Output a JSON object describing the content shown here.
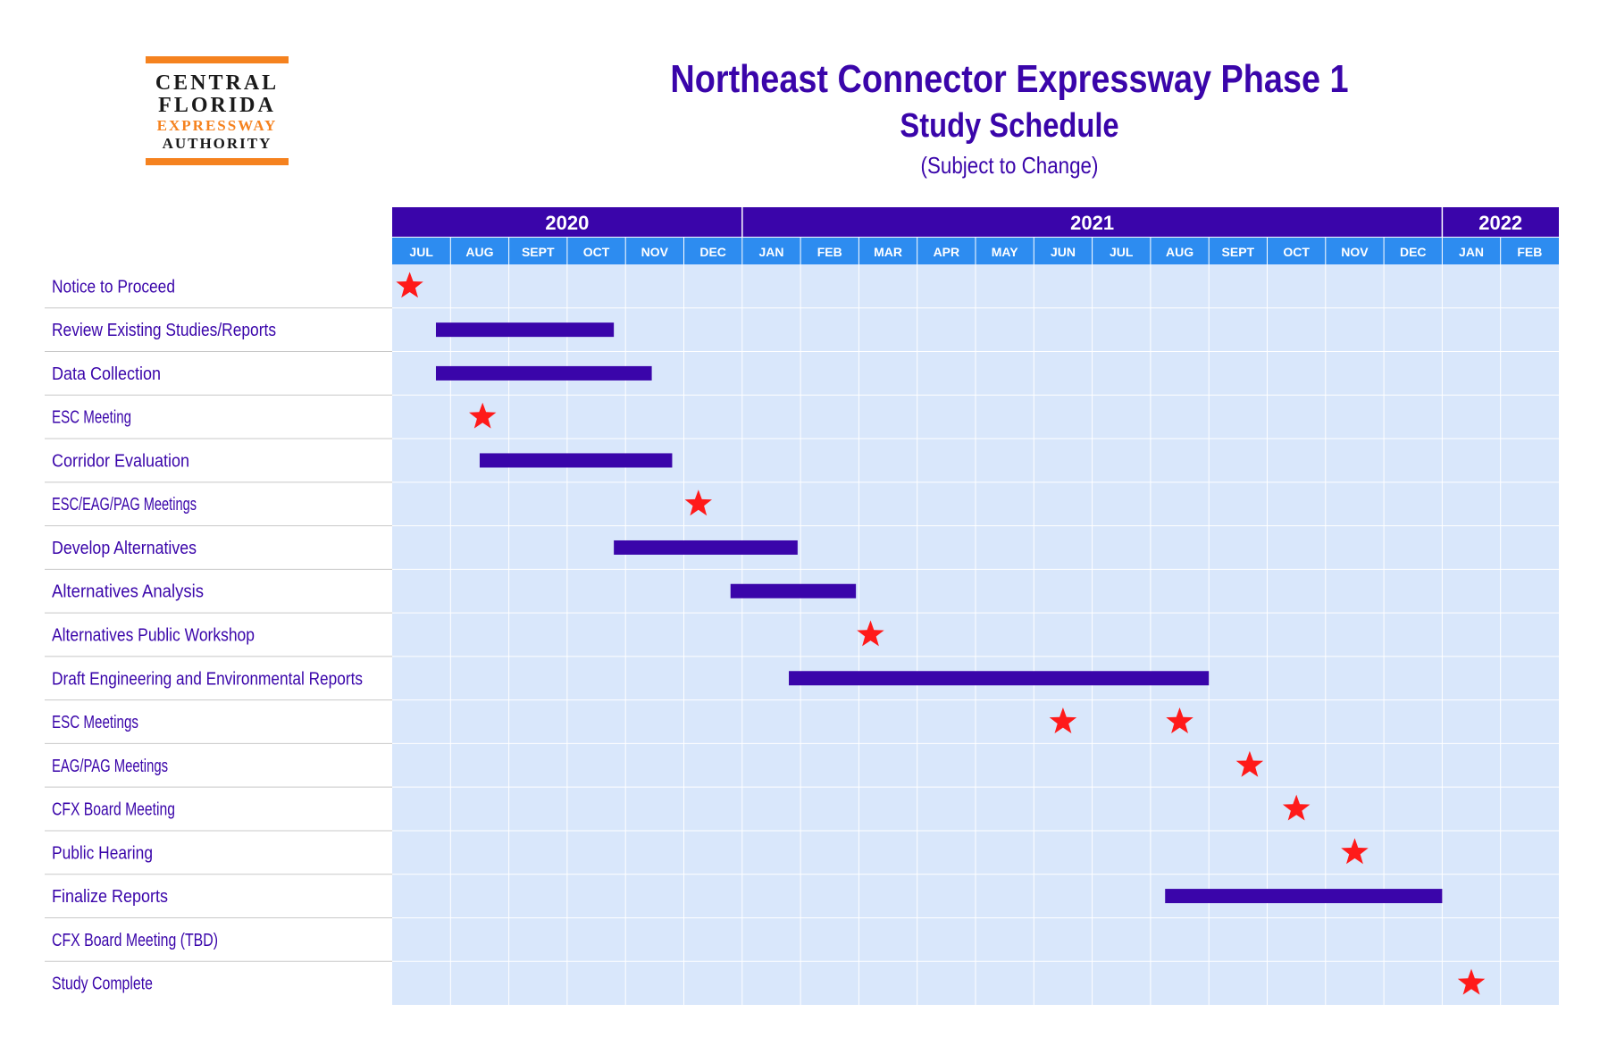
{
  "header": {
    "logo_lines": [
      "CENTRAL",
      "FLORIDA",
      "EXPRESSWAY",
      "AUTHORITY"
    ],
    "title": "Northeast Connector Expressway Phase 1",
    "subtitle": "Study Schedule",
    "note": "(Subject to Change)"
  },
  "colors": {
    "purple": "#3a05aa",
    "month_blue": "#2d8cf0",
    "grid_bg": "#d9e7fb",
    "star_red": "#ff1a1a",
    "logo_orange": "#f5821f"
  },
  "chart_data": {
    "type": "gantt",
    "years": [
      {
        "label": "2020",
        "start": 0,
        "months": 6
      },
      {
        "label": "2021",
        "start": 6,
        "months": 12
      },
      {
        "label": "2022",
        "start": 18,
        "months": 2
      }
    ],
    "months": [
      "JUL",
      "AUG",
      "SEPT",
      "OCT",
      "NOV",
      "DEC",
      "JAN",
      "FEB",
      "MAR",
      "APR",
      "MAY",
      "JUN",
      "JUL",
      "AUG",
      "SEPT",
      "OCT",
      "NOV",
      "DEC",
      "JAN",
      "FEB"
    ],
    "tasks": [
      {
        "label": "Notice to Proceed",
        "milestones": [
          0.3
        ]
      },
      {
        "label": "Review Existing Studies/Reports",
        "bar": [
          0.75,
          3.8
        ]
      },
      {
        "label": "Data Collection",
        "bar": [
          0.75,
          4.45
        ]
      },
      {
        "label": "ESC Meeting",
        "milestones": [
          1.55
        ]
      },
      {
        "label": "Corridor Evaluation",
        "bar": [
          1.5,
          4.8
        ]
      },
      {
        "label": "ESC/EAG/PAG Meetings",
        "milestones": [
          5.25
        ]
      },
      {
        "label": "Develop Alternatives",
        "bar": [
          3.8,
          6.95
        ]
      },
      {
        "label": "Alternatives Analysis",
        "bar": [
          5.8,
          7.95
        ]
      },
      {
        "label": "Alternatives Public Workshop",
        "milestones": [
          8.2
        ]
      },
      {
        "label": "Draft Engineering and Environmental Reports",
        "bar": [
          6.8,
          14.0
        ]
      },
      {
        "label": "ESC Meetings",
        "milestones": [
          11.5,
          13.5
        ]
      },
      {
        "label": "EAG/PAG Meetings",
        "milestones": [
          14.7
        ]
      },
      {
        "label": "CFX Board Meeting",
        "milestones": [
          15.5
        ]
      },
      {
        "label": "Public Hearing",
        "milestones": [
          16.5
        ]
      },
      {
        "label": "Finalize Reports",
        "bar": [
          13.25,
          18.0
        ]
      },
      {
        "label": "CFX Board Meeting (TBD)"
      },
      {
        "label": "Study Complete",
        "milestones": [
          18.5
        ]
      }
    ]
  }
}
